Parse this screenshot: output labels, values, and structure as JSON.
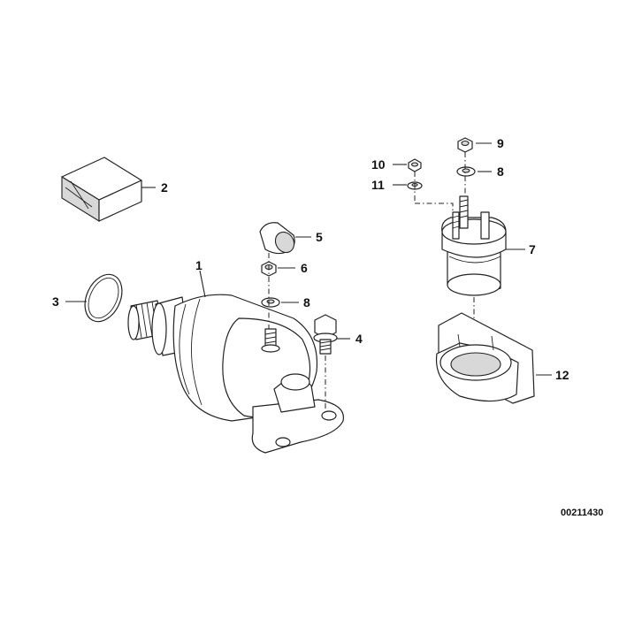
{
  "callouts": [
    {
      "id": "1",
      "text": "1"
    },
    {
      "id": "2",
      "text": "2"
    },
    {
      "id": "3",
      "text": "3"
    },
    {
      "id": "4",
      "text": "4"
    },
    {
      "id": "5",
      "text": "5"
    },
    {
      "id": "6",
      "text": "6"
    },
    {
      "id": "7",
      "text": "7"
    },
    {
      "id": "8a",
      "text": "8"
    },
    {
      "id": "8b",
      "text": "8"
    },
    {
      "id": "9",
      "text": "9"
    },
    {
      "id": "10",
      "text": "10"
    },
    {
      "id": "11",
      "text": "11"
    },
    {
      "id": "12",
      "text": "12"
    }
  ],
  "diagram_reference": "00211430",
  "colors": {
    "line": "#222222",
    "shade": "#d8d8d8",
    "background": "#ffffff"
  }
}
